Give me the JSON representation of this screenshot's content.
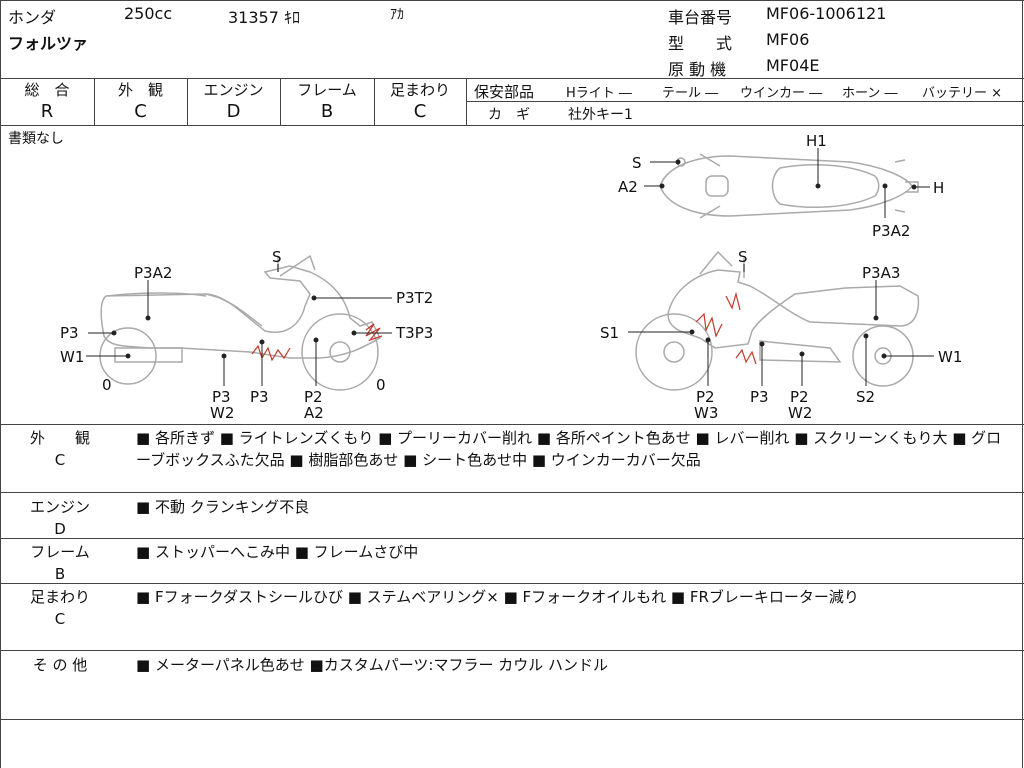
{
  "header": {
    "maker": "ホンダ",
    "cc": "250cc",
    "mileage": "31357 ｷﾛ",
    "color": "ｱｶ",
    "model_name": "フォルツァ",
    "frame_label": "車台番号",
    "frame_value": "MF06-1006121",
    "type_label": "型　　式",
    "type_value": "MF06",
    "engine_label": "原 動 機",
    "engine_value": "MF04E"
  },
  "grades": {
    "overall": {
      "label": "総　合",
      "value": "R"
    },
    "exterior": {
      "label": "外　観",
      "value": "C"
    },
    "engine": {
      "label": "エンジン",
      "value": "D"
    },
    "frame": {
      "label": "フレーム",
      "value": "B"
    },
    "suspension": {
      "label": "足まわり",
      "value": "C"
    }
  },
  "safety": {
    "label": "保安部品",
    "headlight": "Hライト ―",
    "tail": "テール ―",
    "winker": "ウインカー ―",
    "horn": "ホーン ―",
    "battery": "バッテリー ×",
    "key_label": "カ　ギ",
    "key_value": "社外キー1"
  },
  "documents": "書類なし",
  "diagram_labels": {
    "top_s": "S",
    "top_a2": "A2",
    "top_h1": "H1",
    "top_h": "H",
    "top_p3a2": "P3A2",
    "left_s": "S",
    "left_p3a2": "P3A2",
    "left_p3t2": "P3T2",
    "left_p3": "P3",
    "left_t3p3": "T3P3",
    "left_w1": "W1",
    "left_0a": "0",
    "left_0b": "0",
    "left_b1a": "P3",
    "left_b1b": "W2",
    "left_b2": "P3",
    "left_b3a": "P2",
    "left_b3b": "A2",
    "right_s": "S",
    "right_p3a3": "P3A3",
    "right_s1": "S1",
    "right_w1": "W1",
    "right_b1a": "P2",
    "right_b1b": "W3",
    "right_b2": "P3",
    "right_b3a": "P2",
    "right_b3b": "W2",
    "right_s2": "S2"
  },
  "sections": [
    {
      "label1": "外　　観",
      "label2": "C",
      "text": "■ 各所きず ■ ライトレンズくもり ■ プーリーカバー削れ ■ 各所ペイント色あせ ■ レバー削れ ■ スクリーンくもり大 ■ グローブボックスふた欠品 ■ 樹脂部色あせ ■ シート色あせ中 ■ ウインカーカバー欠品"
    },
    {
      "label1": "エンジン",
      "label2": "D",
      "text": "■ 不動 クランキング不良"
    },
    {
      "label1": "フレーム",
      "label2": "B",
      "text": "■ ストッパーへこみ中 ■ フレームさび中"
    },
    {
      "label1": "足まわり",
      "label2": "C",
      "text": "■ Fフォークダストシールひび ■ ステムベアリング× ■ Fフォークオイルもれ ■ FRブレーキローター減り"
    },
    {
      "label1": "そ の 他",
      "label2": "",
      "text": "■ メーターパネル色あせ ■カスタムパーツ:マフラー カウル ハンドル"
    }
  ]
}
